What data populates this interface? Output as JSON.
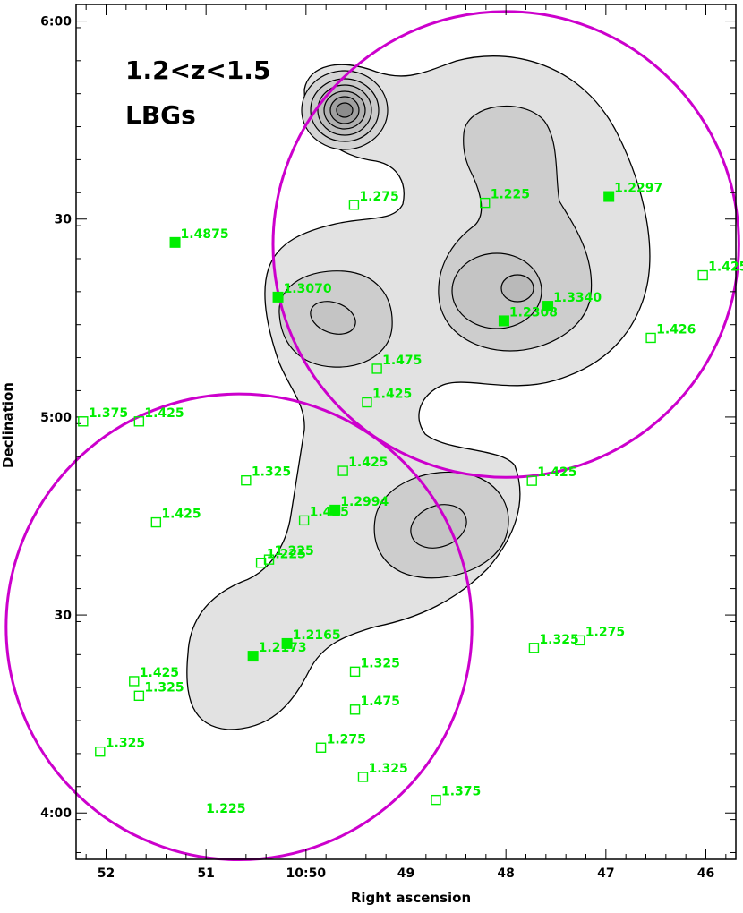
{
  "chart_data": {
    "type": "scatter",
    "title_lines": [
      "1.2<z<1.5",
      "LBGs"
    ],
    "xlabel": "Right ascension",
    "ylabel": "Declination",
    "xlim": [
      52.3,
      45.7
    ],
    "ylim": [
      3.883,
      6.042
    ],
    "x_ticks": [
      {
        "value": 52,
        "label": "52"
      },
      {
        "value": 51,
        "label": "51"
      },
      {
        "value": 50,
        "label": "10:50"
      },
      {
        "value": 49,
        "label": "49"
      },
      {
        "value": 48,
        "label": "48"
      },
      {
        "value": 47,
        "label": "47"
      },
      {
        "value": 46,
        "label": "46"
      }
    ],
    "y_ticks": [
      {
        "value": 6.0,
        "label": "6:00"
      },
      {
        "value": 5.5,
        "label": "30"
      },
      {
        "value": 5.0,
        "label": "5:00"
      },
      {
        "value": 4.5,
        "label": "30"
      },
      {
        "value": 4.0,
        "label": "4:00"
      }
    ],
    "colors": {
      "points": "#00ee00",
      "circles": "#cc00cc",
      "contour_fill": "#e2e2e2",
      "contour_dark": "#cdcdcd",
      "contour_line": "#000000"
    },
    "filled_points": [
      {
        "x": 51.31,
        "y": 5.441,
        "label": "1.4875"
      },
      {
        "x": 50.28,
        "y": 5.303,
        "label": "1.3070"
      },
      {
        "x": 46.97,
        "y": 5.557,
        "label": "1.2297"
      },
      {
        "x": 47.58,
        "y": 5.28,
        "label": "1.3340"
      },
      {
        "x": 48.02,
        "y": 5.243,
        "label": "1.2308"
      },
      {
        "x": 49.71,
        "y": 4.765,
        "label": "1.2994"
      },
      {
        "x": 50.19,
        "y": 4.428,
        "label": "1.2165"
      },
      {
        "x": 50.53,
        "y": 4.396,
        "label": "1.2173"
      }
    ],
    "open_points": [
      {
        "x": 49.52,
        "y": 5.536,
        "label": "1.275"
      },
      {
        "x": 48.21,
        "y": 5.541,
        "label": "1.225"
      },
      {
        "x": 46.03,
        "y": 5.358,
        "label": "1.425"
      },
      {
        "x": 46.55,
        "y": 5.2,
        "label": "1.426"
      },
      {
        "x": 49.29,
        "y": 5.122,
        "label": "1.475"
      },
      {
        "x": 49.39,
        "y": 5.037,
        "label": "1.425"
      },
      {
        "x": 52.23,
        "y": 4.989,
        "label": "1.375"
      },
      {
        "x": 51.67,
        "y": 4.989,
        "label": "1.425"
      },
      {
        "x": 49.63,
        "y": 4.864,
        "label": "1.425"
      },
      {
        "x": 50.6,
        "y": 4.84,
        "label": "1.325"
      },
      {
        "x": 47.74,
        "y": 4.839,
        "label": "1.425"
      },
      {
        "x": 51.5,
        "y": 4.734,
        "label": "1.425"
      },
      {
        "x": 50.02,
        "y": 4.739,
        "label": "1.425"
      },
      {
        "x": 50.45,
        "y": 4.632,
        "label": "1.225"
      },
      {
        "x": 50.37,
        "y": 4.64,
        "label": "1.225"
      },
      {
        "x": 47.72,
        "y": 4.417,
        "label": "1.325"
      },
      {
        "x": 47.26,
        "y": 4.436,
        "label": "1.275"
      },
      {
        "x": 49.51,
        "y": 4.357,
        "label": "1.325"
      },
      {
        "x": 51.72,
        "y": 4.333,
        "label": "1.425"
      },
      {
        "x": 51.67,
        "y": 4.296,
        "label": "1.325"
      },
      {
        "x": 49.51,
        "y": 4.261,
        "label": "1.475"
      },
      {
        "x": 49.85,
        "y": 4.165,
        "label": "1.275"
      },
      {
        "x": 52.06,
        "y": 4.155,
        "label": "1.325"
      },
      {
        "x": 49.43,
        "y": 4.091,
        "label": "1.325"
      },
      {
        "x": 48.7,
        "y": 4.033,
        "label": "1.375"
      }
    ],
    "unmarked_labels": [
      {
        "x": 51.0,
        "y": 4.0,
        "label": "1.225"
      }
    ],
    "circles": [
      {
        "cx": 48.0,
        "cy": 5.436,
        "r_ra": 2.33
      },
      {
        "cx": 50.67,
        "cy": 4.47,
        "r_ra": 2.33
      }
    ]
  }
}
